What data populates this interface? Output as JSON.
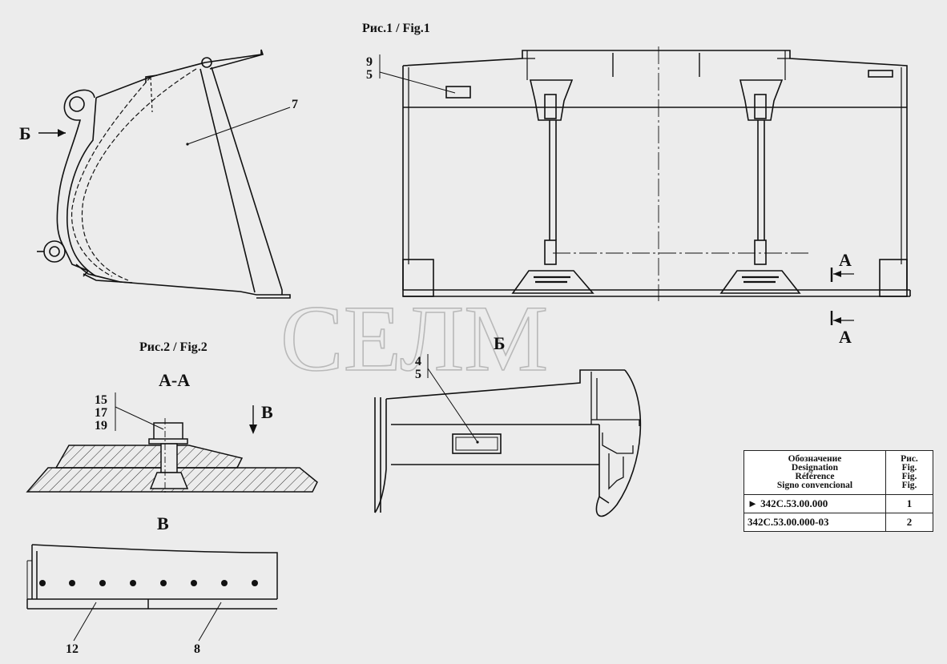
{
  "fig1_title": "Рис.1 / Fig.1",
  "fig2_title": "Рис.2 / Fig.2",
  "section_aa_title": "А-А",
  "view_b_title": "В",
  "view_bb_title": "Б",
  "marker_b_side": "Б",
  "marker_a_top": "А",
  "marker_a_bottom": "А",
  "marker_v": "В",
  "watermark": "СЕЛМ",
  "callouts": {
    "c9": "9",
    "c5a": "5",
    "c7": "7",
    "c4": "4",
    "c5b": "5",
    "c15": "15",
    "c17": "17",
    "c19": "19",
    "c12": "12",
    "c8": "8"
  },
  "legend": {
    "head_col1": [
      "Обозначение",
      "Designation",
      "Référence",
      "Signo convencional"
    ],
    "head_col2": [
      "Рис.",
      "Fig.",
      "Fig.",
      "Fig."
    ],
    "rows": [
      {
        "designation": "► 342С.53.00.000",
        "fig": "1"
      },
      {
        "designation": "342С.53.00.000-03",
        "fig": "2"
      }
    ]
  }
}
